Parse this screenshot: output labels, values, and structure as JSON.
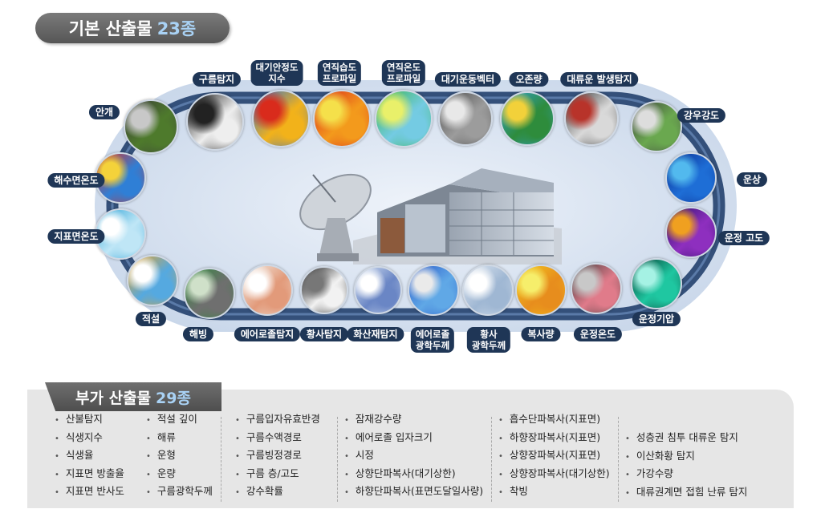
{
  "basic": {
    "title": "기본 산출물",
    "count": "23종"
  },
  "additional": {
    "title": "부가 산출물",
    "count": "29종"
  },
  "ring_products": [
    {
      "lines": [
        "구름탐지"
      ],
      "icon": "cloud-detection-image"
    },
    {
      "lines": [
        "대기안정도",
        "지수"
      ],
      "icon": "stability-index-image"
    },
    {
      "lines": [
        "연직습도",
        "프로파일"
      ],
      "icon": "humidity-profile-image"
    },
    {
      "lines": [
        "연직온도",
        "프로파일"
      ],
      "icon": "temperature-profile-image"
    },
    {
      "lines": [
        "대기운동벡터"
      ],
      "icon": "motion-vector-image"
    },
    {
      "lines": [
        "오존량"
      ],
      "icon": "ozone-image"
    },
    {
      "lines": [
        "대류운 발생탐지"
      ],
      "icon": "convection-image"
    },
    {
      "lines": [
        "강우강도"
      ],
      "icon": "rain-rate-image"
    },
    {
      "lines": [
        "운상"
      ],
      "icon": "cloud-phase-image"
    },
    {
      "lines": [
        "운정 고도"
      ],
      "icon": "cloud-top-height-image"
    },
    {
      "lines": [
        "운정기압"
      ],
      "icon": "cloud-top-pressure-image"
    },
    {
      "lines": [
        "운정온도"
      ],
      "icon": "cloud-top-temp-image"
    },
    {
      "lines": [
        "복사량"
      ],
      "icon": "radiation-image"
    },
    {
      "lines": [
        "황사",
        "광학두께"
      ],
      "icon": "dust-aod-image"
    },
    {
      "lines": [
        "에어로졸",
        "광학두께"
      ],
      "icon": "aerosol-aod-image"
    },
    {
      "lines": [
        "화산재탐지"
      ],
      "icon": "volcanic-ash-image"
    },
    {
      "lines": [
        "황사탐지"
      ],
      "icon": "dust-detection-image"
    },
    {
      "lines": [
        "에어로졸탐지"
      ],
      "icon": "aerosol-detection-image"
    },
    {
      "lines": [
        "해빙"
      ],
      "icon": "sea-ice-image"
    },
    {
      "lines": [
        "적설"
      ],
      "icon": "snow-cover-image"
    },
    {
      "lines": [
        "지표면온도"
      ],
      "icon": "lst-image"
    },
    {
      "lines": [
        "해수면온도"
      ],
      "icon": "sst-image"
    },
    {
      "lines": [
        "안개"
      ],
      "icon": "fog-image"
    }
  ],
  "additional_columns": [
    [
      "산불탐지",
      "식생지수",
      "식생율",
      "지표면 방출율",
      "지표면 반사도"
    ],
    [
      "적설 깊이",
      "해류",
      "운형",
      "운량",
      "구름광학두께"
    ],
    [
      "구름입자유효반경",
      "구름수액경로",
      "구름빙정경로",
      "구름 층/고도",
      "강수확률"
    ],
    [
      "잠재강수량",
      "에어로졸 입자크기",
      "시정",
      "상향단파복사(대기상한)",
      "하향단파복사(표면도달일사량)"
    ],
    [
      "흡수단파복사(지표면)",
      "하향장파복사(지표면)",
      "상향장파복사(지표면)",
      "상향장파복사(대기상한)",
      "착빙"
    ],
    [
      "성층권 침투 대류운 탐지",
      "이산화황 탐지",
      "가강수량",
      "대류권계면 접힘 난류 탐지"
    ]
  ]
}
